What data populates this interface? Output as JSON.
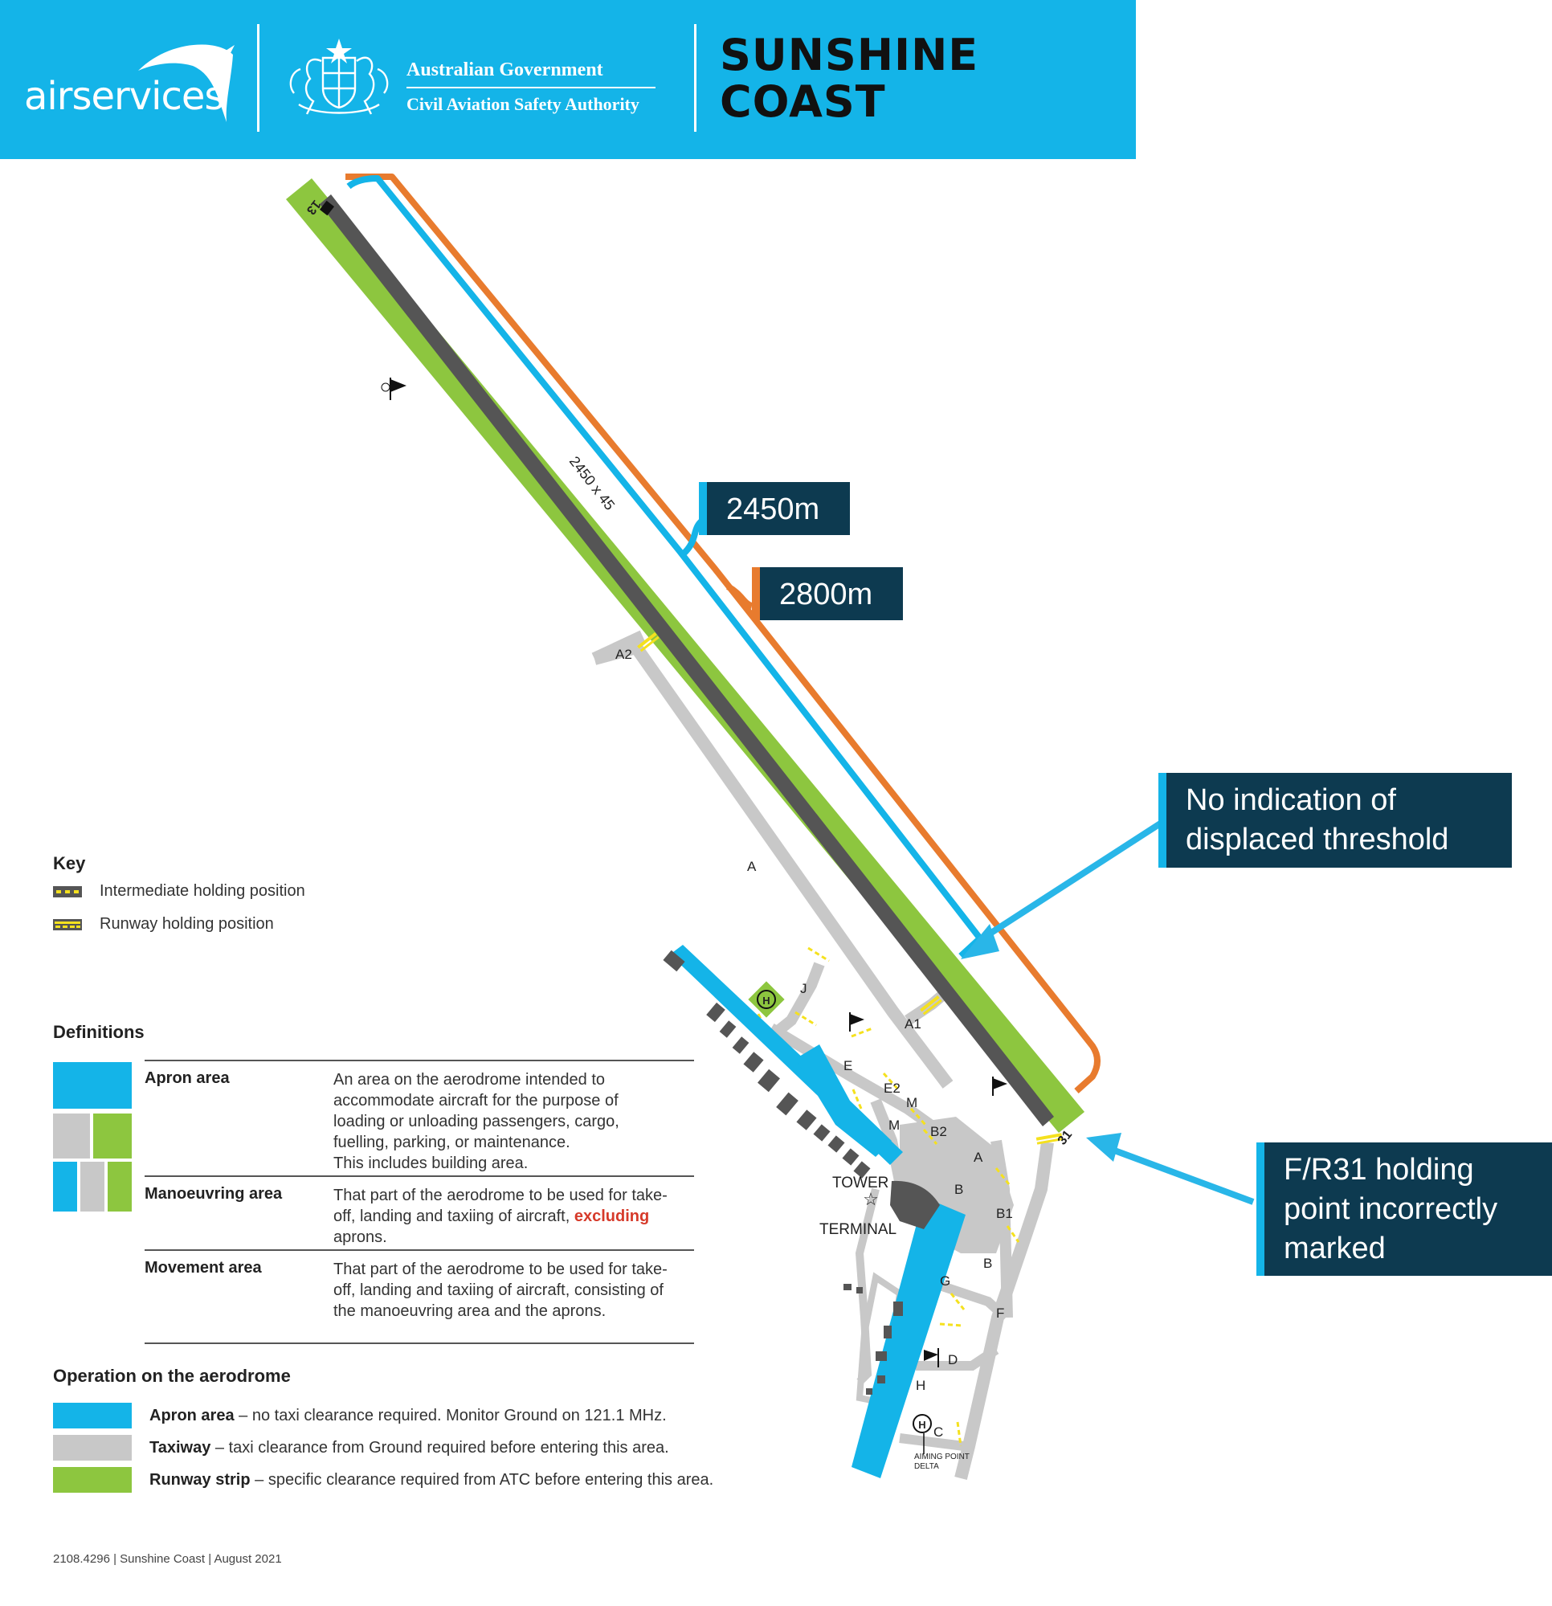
{
  "header": {
    "brand": "airservices",
    "gov_line1": "Australian Government",
    "gov_line2": "Civil Aviation Safety Authority",
    "place_line1": "SUNSHINE",
    "place_line2": "COAST",
    "bg_color": "#14b4e8"
  },
  "callouts": {
    "len_2450": "2450m",
    "len_2800": "2800m",
    "displaced_line1": "No indication of",
    "displaced_line2": "displaced threshold",
    "holding_line1": "F/R31 holding",
    "holding_line2": "point incorrectly",
    "holding_line3": "marked",
    "box_color": "#0d3a50"
  },
  "map": {
    "runway_end_13": "13",
    "runway_end_31": "31",
    "runway_dims": "2450 x 45",
    "taxiways": {
      "A": "A",
      "A1": "A1",
      "A2": "A2",
      "B": "B",
      "B1": "B1",
      "B2": "B2",
      "C": "C",
      "D": "D",
      "E": "E",
      "E2": "E2",
      "F": "F",
      "G": "G",
      "H": "H",
      "J": "J",
      "M": "M"
    },
    "tower": "TOWER",
    "terminal": "TERMINAL",
    "heli": "H",
    "aiming_line1": "AIMING POINT",
    "aiming_line2": "DELTA",
    "colors": {
      "runway_strip": "#8dc63f",
      "runway": "#555555",
      "taxiway": "#c8c8c8",
      "apron": "#14b4e8",
      "holding": "#f5e11e",
      "orange": "#e87b2e"
    }
  },
  "key": {
    "title": "Key",
    "items": [
      "Intermediate holding position",
      "Runway holding position"
    ]
  },
  "definitions": {
    "title": "Definitions",
    "rows": [
      {
        "term": "Apron area",
        "text": "An area on the aerodrome intended to accommodate aircraft for the purpose of loading or unloading passengers, cargo, fuelling, parking, or maintenance.",
        "text2": "This includes building area."
      },
      {
        "term": "Manoeuvring area",
        "text_pre": "That part of the aerodrome to be used for take-off, landing and taxiing of aircraft,",
        "text_excl": "excluding",
        "text_post": "aprons."
      },
      {
        "term": "Movement area",
        "text": "That part of the aerodrome to be used for take-off, landing and taxiing of aircraft, consisting of the manoeuvring area and the aprons."
      }
    ]
  },
  "operation": {
    "title": "Operation on the aerodrome",
    "rows": [
      {
        "term": "Apron area",
        "text": "– no taxi clearance required. Monitor Ground on 121.1 MHz."
      },
      {
        "term": "Taxiway",
        "text": "– taxi clearance from Ground required before entering this area."
      },
      {
        "term": "Runway strip",
        "text": "– specific clearance required from ATC before entering this area."
      }
    ]
  },
  "footer": "2108.4296 | Sunshine Coast | August 2021"
}
